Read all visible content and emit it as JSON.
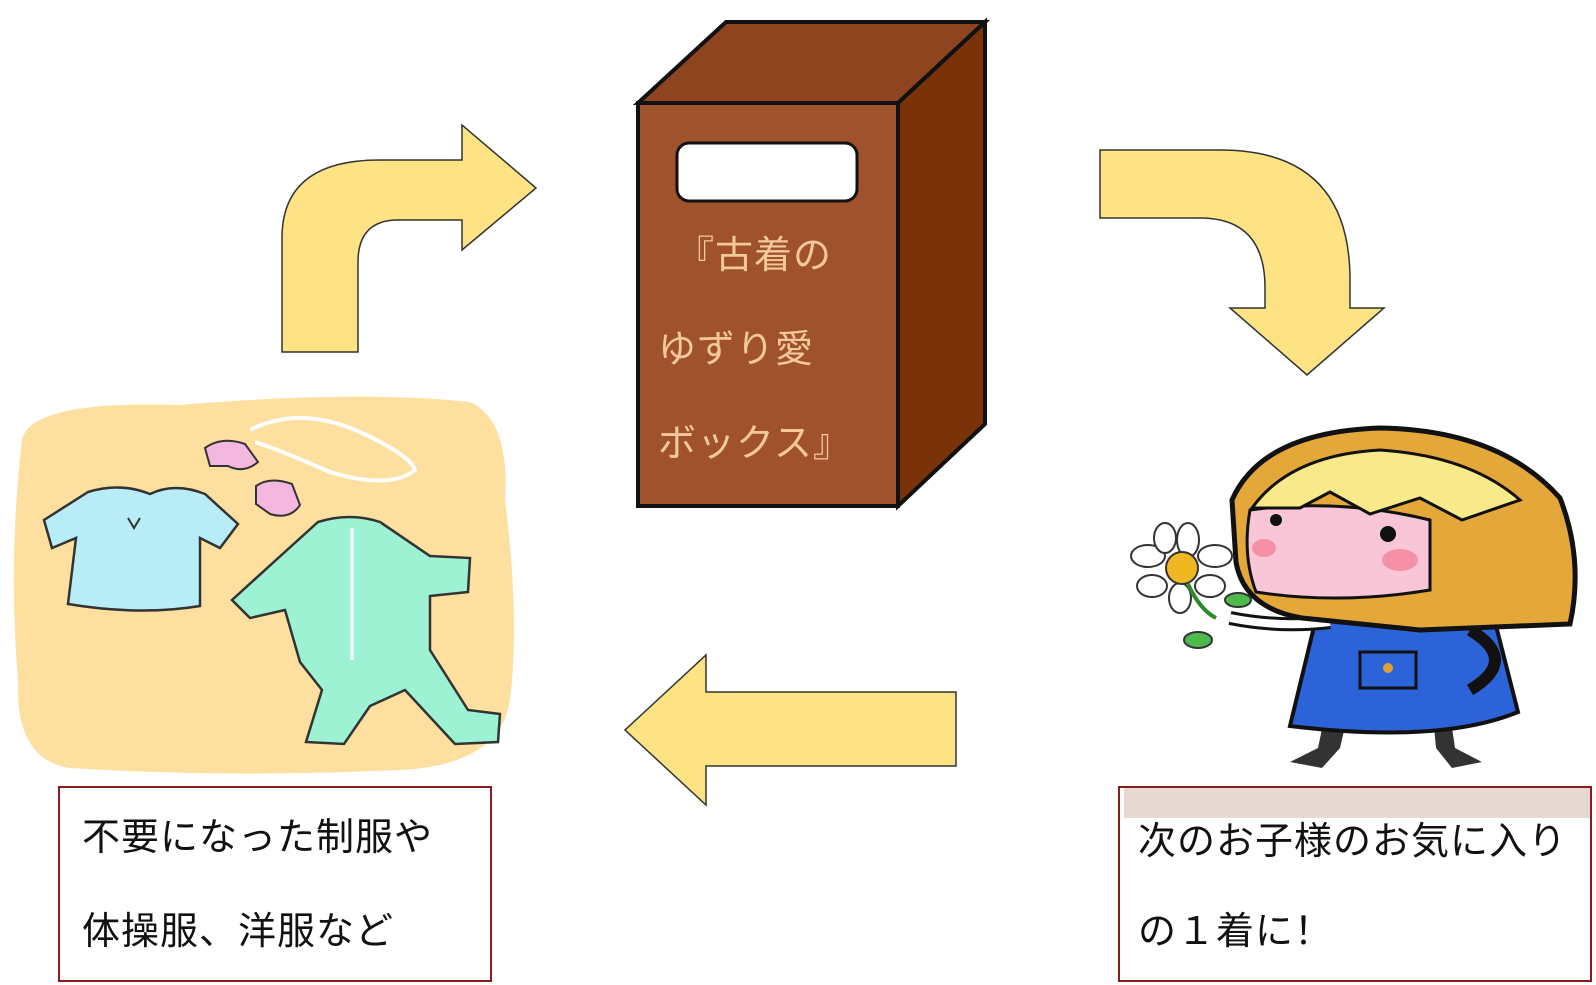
{
  "donation_box": {
    "label_lines": [
      "『古着の",
      "ゆずり愛",
      "ボックス』"
    ]
  },
  "captions": {
    "left": [
      "不要になった制服や",
      "体操服、洋服など"
    ],
    "right": [
      "次のお子様のお気に入り",
      "の１着に！"
    ]
  },
  "colors": {
    "arrow_fill": "#fde383",
    "box_front": "#a0522d",
    "box_side": "#7a3308",
    "box_top": "#8f4420",
    "box_text": "#f3c89a",
    "caption_border": "#8a1c1c",
    "clothes_bg": "#fde0a0"
  },
  "icons": [
    "curved-arrow-up-right-icon",
    "curved-arrow-down-right-icon",
    "arrow-left-icon",
    "donation-box-icon",
    "clothes-illustration-icon",
    "girl-with-flower-illustration-icon"
  ]
}
